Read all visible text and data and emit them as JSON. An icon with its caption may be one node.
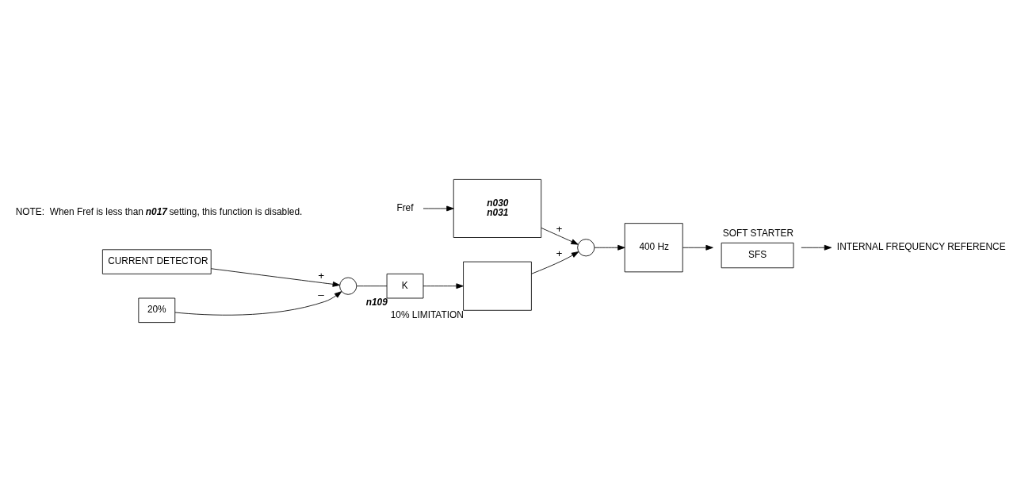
{
  "diagram": {
    "nodes": [
      {
        "text": [
          "Fref"
        ]
      },
      {
        "text": [
          "n030",
          "n031"
        ]
      },
      {
        "text": [],
        "shape": "circle"
      },
      {
        "text": [
          "400 Hz"
        ]
      },
      {
        "text": [
          "SOFT STARTER",
          "SFS"
        ]
      },
      {
        "text": [
          "INTERNAL FREQUENCY REFERENCE"
        ]
      },
      {
        "text": [],
        "shape": "box",
        "beside": [
          "10% LIMITATION"
        ]
      },
      {
        "text": [
          "CURRENT DETECTOR"
        ]
      },
      {
        "text": [],
        "shape": "circle"
      },
      {
        "text": [
          "K"
        ],
        "beside": [
          "n109"
        ]
      },
      {
        "text": [
          "20%"
        ]
      }
    ],
    "edges": [
      {
        "from": 0,
        "to": 1,
        "arrow": "to"
      },
      {
        "from": 1,
        "to": 2,
        "arrow": "to",
        "label": "+"
      },
      {
        "from": 2,
        "to": 3,
        "arrow": "to"
      },
      {
        "from": 3,
        "to": 4,
        "arrow": "to"
      },
      {
        "from": 4,
        "to": 5,
        "arrow": "to"
      },
      {
        "from": 6,
        "to": 2,
        "arrow": "to",
        "label": "+"
      },
      {
        "from": 7,
        "to": 8,
        "arrow": "to",
        "label": "+"
      },
      {
        "from": 10,
        "to": 8,
        "arrow": "to",
        "label": "–"
      },
      {
        "from": 8,
        "to": 9,
        "arrow": "none"
      },
      {
        "from": 9,
        "to": 6,
        "arrow": "to"
      }
    ],
    "labels": [
      "NOTE:  When Fref is less than **n017** setting, this function is disabled."
    ]
  }
}
